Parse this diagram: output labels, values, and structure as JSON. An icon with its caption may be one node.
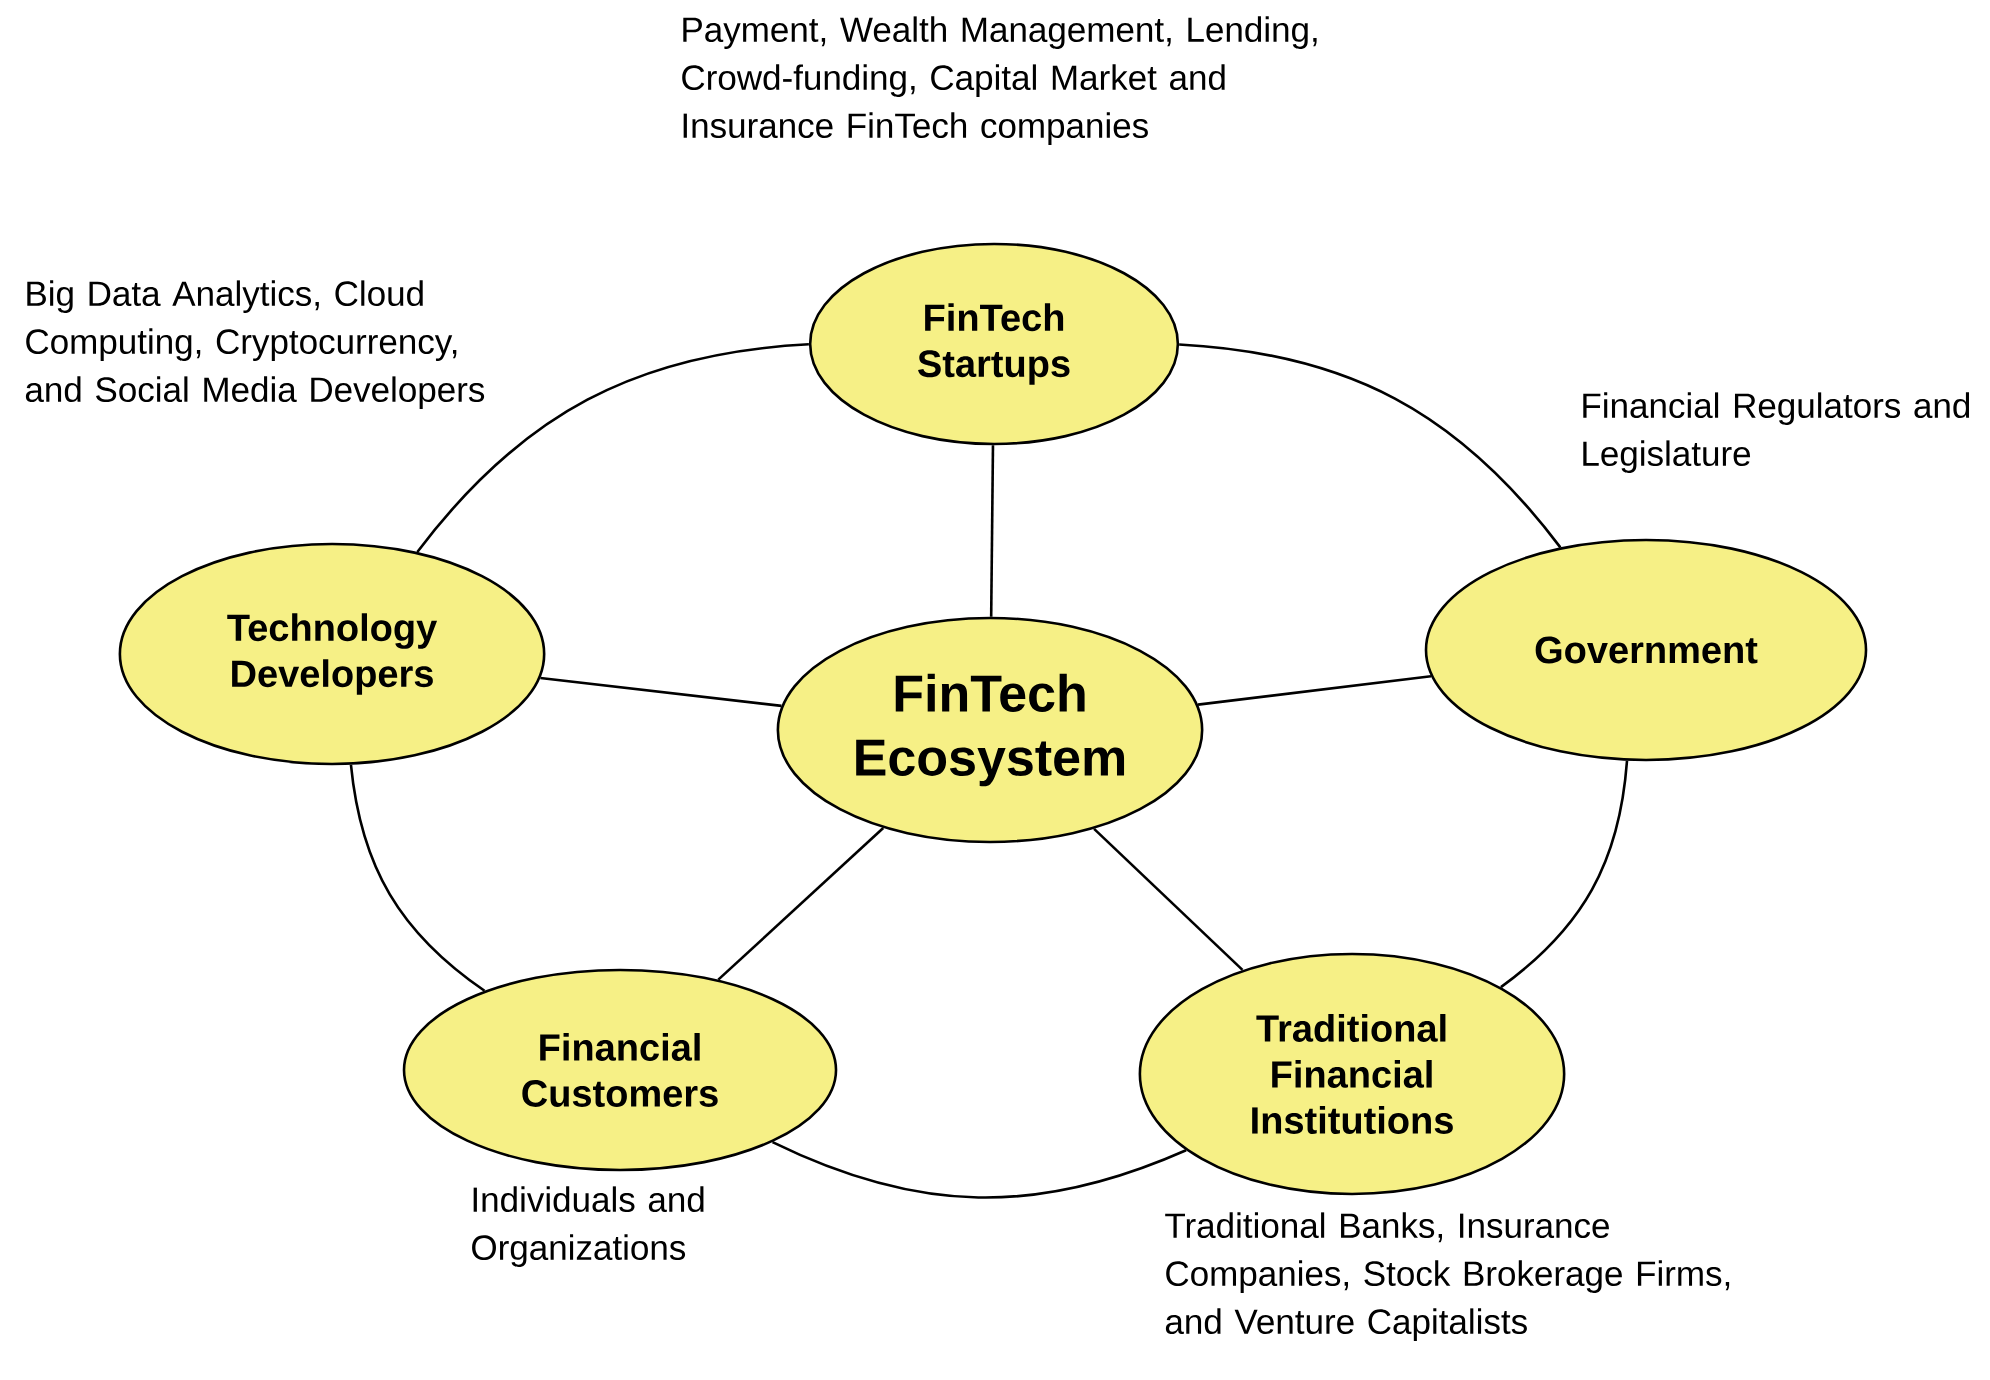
{
  "diagram": {
    "nodes": [
      {
        "text": [
          "FinTech Ecosystem"
        ]
      },
      {
        "text": [
          "FinTech Startups"
        ],
        "beside": [
          "Payment, Wealth Management, Lending, Crowd-funding, Capital Market and Insurance FinTech companies"
        ]
      },
      {
        "text": [
          "Government"
        ],
        "beside": [
          "Financial Regulators and Legislature"
        ]
      },
      {
        "text": [
          "Traditional Financial Institutions"
        ],
        "beside": [
          "Traditional Banks, Insurance Companies, Stock Brokerage Firms, and Venture Capitalists"
        ]
      },
      {
        "text": [
          "Financial Customers"
        ],
        "beside": [
          "Individuals and Organizations"
        ]
      },
      {
        "text": [
          "Technology Developers"
        ],
        "beside": [
          "Big Data Analytics, Cloud Computing, Cryptocurrency, and Social Media Developers"
        ]
      }
    ],
    "edges": [
      {
        "from": 0,
        "to": 1,
        "arrow": "none"
      },
      {
        "from": 0,
        "to": 2,
        "arrow": "none"
      },
      {
        "from": 0,
        "to": 3,
        "arrow": "none"
      },
      {
        "from": 0,
        "to": 4,
        "arrow": "none"
      },
      {
        "from": 0,
        "to": 5,
        "arrow": "none"
      },
      {
        "from": 1,
        "to": 2,
        "arrow": "none"
      },
      {
        "from": 2,
        "to": 3,
        "arrow": "none"
      },
      {
        "from": 3,
        "to": 4,
        "arrow": "none"
      },
      {
        "from": 4,
        "to": 5,
        "arrow": "none"
      },
      {
        "from": 5,
        "to": 1,
        "arrow": "none"
      }
    ]
  }
}
